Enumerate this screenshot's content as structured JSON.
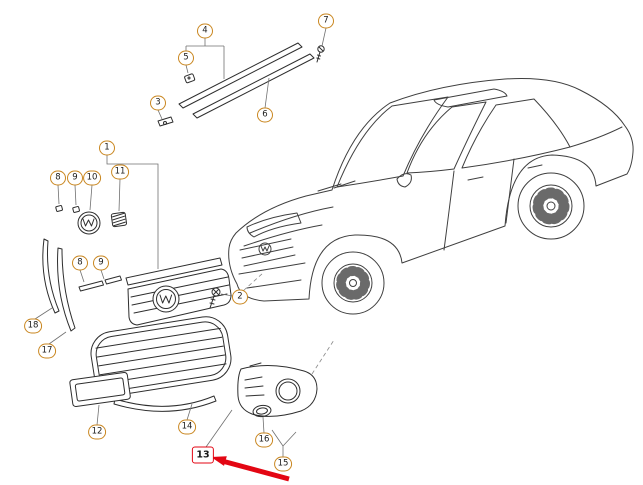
{
  "diagram": {
    "type": "exploded-parts-diagram",
    "subject": "sedan front grille, emblem and trim components",
    "colors": {
      "callout_ring": "#c9861f",
      "line": "#3f3f3f",
      "leader": "#707070"
    },
    "highlight": {
      "color": "#e30613",
      "target_label": "13"
    },
    "callouts": [
      {
        "label": "7"
      },
      {
        "label": "4"
      },
      {
        "label": "5"
      },
      {
        "label": "3"
      },
      {
        "label": "6"
      },
      {
        "label": "1"
      },
      {
        "label": "8"
      },
      {
        "label": "9"
      },
      {
        "label": "10"
      },
      {
        "label": "11"
      },
      {
        "label": "8"
      },
      {
        "label": "9"
      },
      {
        "label": "2"
      },
      {
        "label": "18"
      },
      {
        "label": "17"
      },
      {
        "label": "12"
      },
      {
        "label": "14"
      },
      {
        "label": "13",
        "highlighted": true
      },
      {
        "label": "16"
      },
      {
        "label": "15"
      }
    ]
  }
}
